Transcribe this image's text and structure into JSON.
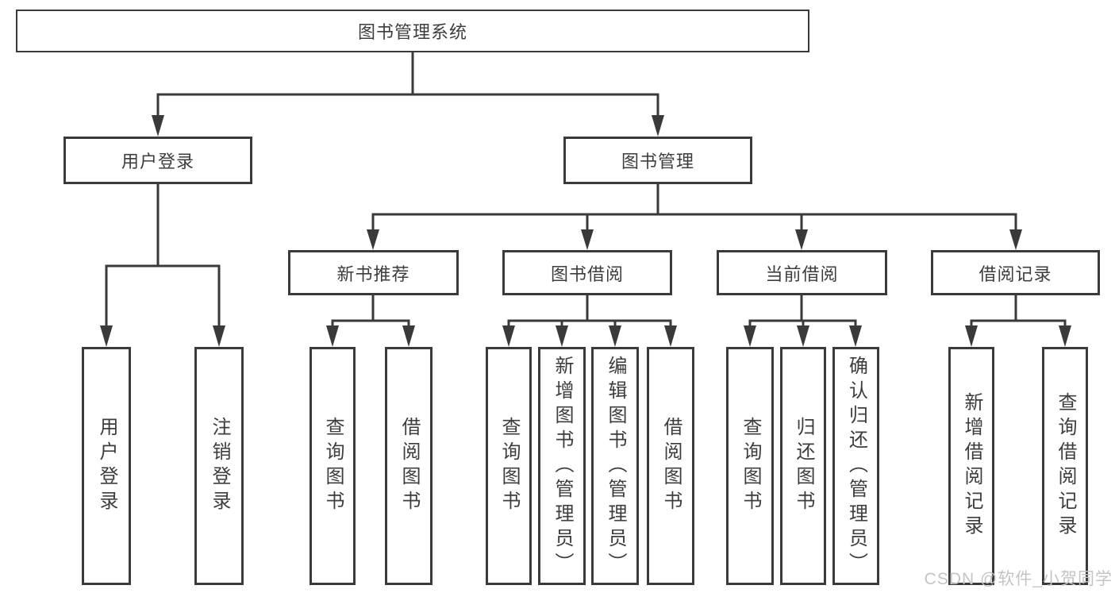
{
  "tree": {
    "root": {
      "label": "图书管理系统",
      "children": [
        {
          "label": "用户登录",
          "children": [
            {
              "label": "用户登录"
            },
            {
              "label": "注销登录"
            }
          ]
        },
        {
          "label": "图书管理",
          "children": [
            {
              "label": "新书推荐",
              "children": [
                {
                  "label": "查询图书"
                },
                {
                  "label": "借阅图书"
                }
              ]
            },
            {
              "label": "图书借阅",
              "children": [
                {
                  "label": "查询图书"
                },
                {
                  "label": "新增图书（管理员）"
                },
                {
                  "label": "编辑图书（管理员）"
                },
                {
                  "label": "借阅图书"
                }
              ]
            },
            {
              "label": "当前借阅",
              "children": [
                {
                  "label": "查询图书"
                },
                {
                  "label": "归还图书"
                },
                {
                  "label": "确认归还（管理员）"
                }
              ]
            },
            {
              "label": "借阅记录",
              "children": [
                {
                  "label": "新增借阅记录"
                },
                {
                  "label": "查询借阅记录"
                }
              ]
            }
          ]
        }
      ]
    }
  },
  "watermark": {
    "text": "CSDN @软件_小贺同学"
  },
  "colors": {
    "line": "#3a3a3a",
    "box_border": "#3a3a3a",
    "box_background": "#ffffff",
    "text": "#3d3d3d",
    "watermark": "#c4c4c4"
  }
}
